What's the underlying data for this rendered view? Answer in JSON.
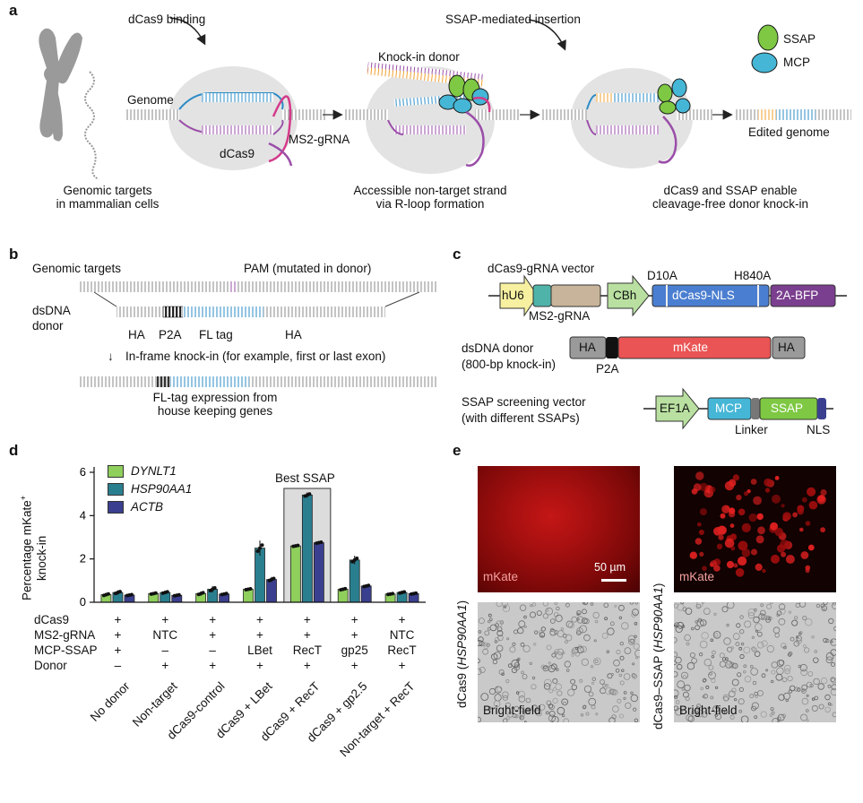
{
  "panels": {
    "a": "a",
    "b": "b",
    "c": "c",
    "d": "d",
    "e": "e"
  },
  "a": {
    "dcas9_binding": "dCas9 binding",
    "ssap_insertion": "SSAP-mediated insertion",
    "legend_ssap": "SSAP",
    "legend_mcp": "MCP",
    "genome": "Genome",
    "dcas9": "dCas9",
    "ms2_grna": "MS2-gRNA",
    "knockin_donor": "Knock-in donor",
    "edited_genome": "Edited genome",
    "cap1_l1": "Genomic targets",
    "cap1_l2": "in mammalian cells",
    "cap2_l1": "Accessible non-target strand",
    "cap2_l2": "via R-loop formation",
    "cap3_l1": "dCas9 and SSAP enable",
    "cap3_l2": "cleavage-free donor knock-in"
  },
  "b": {
    "genomic_targets": "Genomic targets",
    "pam": "PAM (mutated in donor)",
    "dsdna_l1": "dsDNA",
    "dsdna_l2": "donor",
    "ha_left": "HA",
    "p2a": "P2A",
    "fl_tag": "FL tag",
    "ha_right": "HA",
    "arrow_glyph": "↓",
    "inframe": "In-frame knock-in (for example, first or last exon)",
    "fl_expr_l1": "FL-tag expression from",
    "fl_expr_l2": "house keeping genes"
  },
  "c": {
    "vector1": "dCas9-gRNA vector",
    "d10a": "D10A",
    "h840a": "H840A",
    "hu6": "hU6",
    "cbh": "CBh",
    "dcas9_nls": "dCas9-NLS",
    "bfp": "2A-BFP",
    "ms2": "MS2-gRNA",
    "donor_l1": "dsDNA donor",
    "donor_l2": "(800-bp knock-in)",
    "ha1": "HA",
    "mkate": "mKate",
    "ha2": "HA",
    "p2a": "P2A",
    "screen_l1": "SSAP screening vector",
    "screen_l2": "(with different SSAPs)",
    "ef1a": "EF1A",
    "mcp": "MCP",
    "ssap": "SSAP",
    "linker": "Linker",
    "nls": "NLS"
  },
  "colors": {
    "green": "#8fcf5c",
    "teal": "#2a7f8f",
    "navy": "#3b3f8f",
    "dcas9_blue": "#4a7ed0",
    "mkate_red": "#ea5454",
    "ssap_green": "#7ec843",
    "mcp_cyan": "#45b6d6",
    "bfp_purple": "#7b3f8f"
  },
  "chart_data": {
    "type": "bar",
    "ylabel_l1": "Percentage mKate",
    "ylabel_sup": "+",
    "ylabel_l2": "knock-in",
    "ylim": [
      0,
      6
    ],
    "yticks": [
      "0",
      "2",
      "4",
      "6"
    ],
    "annotation": "Best SSAP",
    "series": [
      {
        "name": "DYNLT1",
        "values": [
          0.35,
          0.4,
          0.4,
          0.6,
          2.6,
          0.6,
          0.38
        ],
        "color": "#8fcf5c",
        "err": [
          0.08,
          0.06,
          0.1,
          0.05,
          0.05,
          0.06,
          0.05
        ]
      },
      {
        "name": "HSP90AA1",
        "values": [
          0.45,
          0.45,
          0.6,
          2.5,
          4.95,
          1.95,
          0.45
        ],
        "color": "#2a7f8f",
        "err": [
          0.1,
          0.08,
          0.15,
          0.35,
          0.12,
          0.2,
          0.06
        ]
      },
      {
        "name": "ACTB",
        "values": [
          0.33,
          0.32,
          0.38,
          1.05,
          2.75,
          0.75,
          0.4
        ],
        "color": "#3b3f8f",
        "err": [
          0.05,
          0.05,
          0.06,
          0.12,
          0.06,
          0.06,
          0.05
        ]
      }
    ],
    "categories": [
      "No donor",
      "Non-target",
      "dCas9-control",
      "dCas9 + LBet",
      "dCas9 + RecT",
      "dCas9 + gp2.5",
      "Non-target + RecT"
    ],
    "row_labels": [
      "dCas9",
      "MS2-gRNA",
      "MCP-SSAP",
      "Donor"
    ],
    "rows": [
      [
        "+",
        "+",
        "+",
        "+",
        "+",
        "+",
        "+"
      ],
      [
        "+",
        "NTC",
        "+",
        "+",
        "+",
        "+",
        "NTC"
      ],
      [
        "+",
        "–",
        "–",
        "LBet",
        "RecT",
        "gp25",
        "RecT"
      ],
      [
        "–",
        "+",
        "+",
        "+",
        "+",
        "+",
        "+"
      ]
    ]
  },
  "e": {
    "top_left": "mKate",
    "top_right": "mKate",
    "scale": "50 µm",
    "bottom_left": "Bright-field",
    "bottom_right": "Bright-field",
    "row_label_left_a": "dCas9 (",
    "row_label_left_i": "HSP90AA1",
    "row_label_left_b": ")",
    "row_label_right_a": "dCas9–SSAP (",
    "row_label_right_i": "HSP90AA1",
    "row_label_right_b": ")"
  }
}
